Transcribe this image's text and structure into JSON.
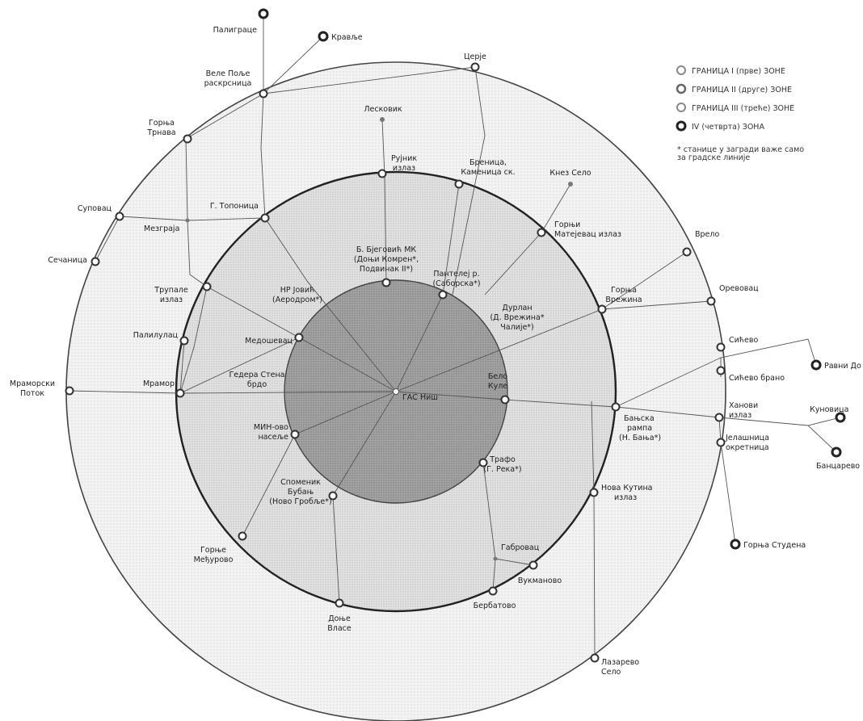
{
  "legend": {
    "zone1": "ГРАНИЦА I (прве) ЗОНЕ",
    "zone2": "ГРАНИЦА II (друге) ЗОНЕ",
    "zone3": "ГРАНИЦА III (треће) ЗОНЕ",
    "zone4": "IV (четврта) ЗОНА",
    "note": [
      "* станице у загради важе само",
      "за градске линије"
    ]
  },
  "colors": {
    "zone1_fill": "#a9a9a9",
    "zone2_fill": "#e6e6e6",
    "zone3_fill": "#f4f4f4",
    "ring": "#333333"
  },
  "stations": {
    "paligrace": "Палиграце",
    "kravlje": "Кравље",
    "vele_polje": [
      "Веле Поље",
      "раскрсница"
    ],
    "cerje": "Церје",
    "leskovik": "Лесковик",
    "gornja_trnava": [
      "Горња",
      "Трнава"
    ],
    "rujnik": [
      "Рујник",
      "излаз"
    ],
    "brenica": [
      "Бреница,",
      "Каменица ск."
    ],
    "knez_selo": "Кнез Село",
    "suvovac": "Суповац",
    "g_toponica": "Г. Топоница",
    "mezgraja": "Мезграја",
    "gornji_matejevac": [
      "Горњи",
      "Матејевац излаз"
    ],
    "vrelo": "Врело",
    "secanica": "Сечаница",
    "b_bjegovic": [
      "Б. Бјеговић МК",
      "(Доњи Комрен*,",
      "Подвинак II*)"
    ],
    "pantelej": [
      "Пантелеј р.",
      "(Саборска*)"
    ],
    "nr_jovic": [
      "НР Јовић",
      "(Аеродром*)"
    ],
    "trupale": [
      "Трупале",
      "излаз"
    ],
    "gornja_vrezina": [
      "Горња",
      "Врежина"
    ],
    "orevovac": "Оревовац",
    "durlan": [
      "Дурлан",
      "(Д. Врежина*",
      "Чалије*)"
    ],
    "medosevac": "Медошевац",
    "palinac": "Палилулац",
    "sicevo": "Сићево",
    "ravni_do": "Равни До",
    "sicevo_brano": "Сићево брано",
    "mramorski_potok": [
      "Мраморски",
      "Поток"
    ],
    "mramor": "Мрамор",
    "gedera": [
      "Гедера Стена",
      "брдо"
    ],
    "bas_nis": "ГАС Ниш",
    "belo_kule": [
      "Бело",
      "Куле"
    ],
    "hanovi": [
      "Ханови",
      "излаз"
    ],
    "kunovica": "Куновица",
    "banjska_rampa": [
      "Бањска",
      "рампа",
      "(Н. Бања*)"
    ],
    "min_naselje": [
      "МИН-ово",
      "насеље"
    ],
    "jelasnica": [
      "Јелашница",
      "окретница"
    ],
    "bancarevo": "Банцарево",
    "trafo": [
      "Трафо",
      "(Г. Река*)"
    ],
    "spomenik": [
      "Споменик",
      "Бубањ",
      "(Ново Гробље*)"
    ],
    "nova_kutina": [
      "Нова Кутина",
      "излаз"
    ],
    "gabrovac": "Габровац",
    "gornja_studena": "Горња Студена",
    "gornje_medjurovo": [
      "Горње",
      "Међурово"
    ],
    "vukmanovo": "Вукманово",
    "berbatovo": "Бербатово",
    "donje_vlase": [
      "Доње",
      "Власе"
    ],
    "lazarevo_selo": [
      "Лазарево",
      "Село"
    ]
  }
}
